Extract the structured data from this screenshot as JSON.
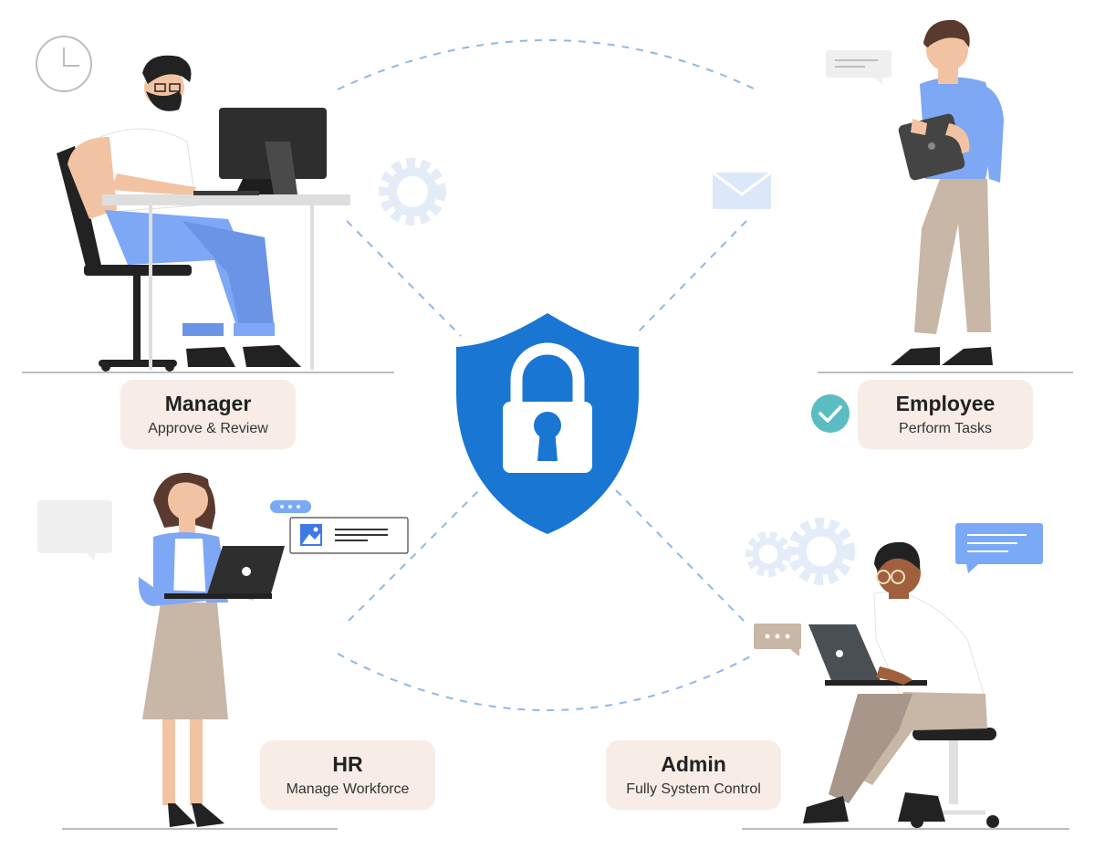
{
  "roles": {
    "manager": {
      "title": "Manager",
      "subtitle": "Approve & Review"
    },
    "employee": {
      "title": "Employee",
      "subtitle": "Perform Tasks"
    },
    "hr": {
      "title": "HR",
      "subtitle": "Manage Workforce"
    },
    "admin": {
      "title": "Admin",
      "subtitle": "Fully System Control"
    }
  },
  "icons": {
    "center": "shield-lock-icon",
    "clock": "clock-icon",
    "gear": "gear-icon",
    "mail": "envelope-icon",
    "check": "check-circle-icon"
  },
  "colors": {
    "shield": "#1976d2",
    "dashed_line": "#8fb8e6",
    "card_bg": "#f7ece6",
    "light_blue": "#e6effb",
    "check_teal": "#5bbcc2",
    "chat_blue": "#7aa9f7",
    "pants_blue": "#7ea7f5"
  }
}
